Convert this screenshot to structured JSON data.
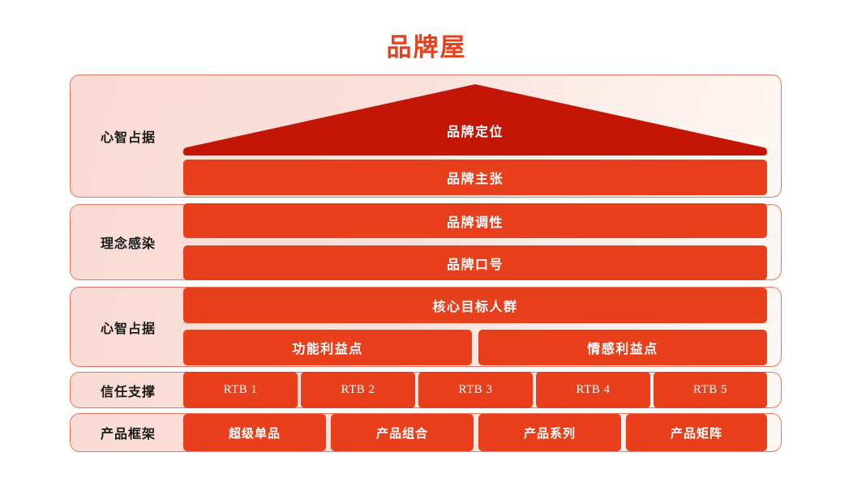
{
  "title": "品牌屋",
  "colors": {
    "brand_red": "#E8401C",
    "roof_dark_red": "#C41606",
    "panel_bg": "#FADDD7",
    "panel_border": "#E8755C",
    "label_text": "#1A1A1A",
    "bar_text": "#FFFFFF"
  },
  "sections": [
    {
      "label": "心智占据",
      "rows": [
        {
          "type": "roof",
          "cells": [
            {
              "text": "品牌定位"
            }
          ]
        },
        {
          "type": "bar",
          "cells": [
            {
              "text": "品牌主张"
            }
          ]
        }
      ]
    },
    {
      "label": "理念感染",
      "rows": [
        {
          "type": "bar",
          "cells": [
            {
              "text": "品牌调性"
            }
          ]
        },
        {
          "type": "bar",
          "cells": [
            {
              "text": "品牌口号"
            }
          ]
        }
      ]
    },
    {
      "label": "心智占据",
      "rows": [
        {
          "type": "bar",
          "cells": [
            {
              "text": "核心目标人群"
            }
          ]
        },
        {
          "type": "bar",
          "cells": [
            {
              "text": "功能利益点"
            },
            {
              "text": "情感利益点"
            }
          ]
        }
      ]
    },
    {
      "label": "信任支撑",
      "rows": [
        {
          "type": "bar",
          "cells": [
            {
              "text": "RTB 1"
            },
            {
              "text": "RTB 2"
            },
            {
              "text": "RTB 3"
            },
            {
              "text": "RTB 4"
            },
            {
              "text": "RTB 5"
            }
          ]
        }
      ]
    },
    {
      "label": "产品框架",
      "rows": [
        {
          "type": "bar",
          "cells": [
            {
              "text": "超级单品"
            },
            {
              "text": "产品组合"
            },
            {
              "text": "产品系列"
            },
            {
              "text": "产品矩阵"
            }
          ]
        }
      ]
    }
  ]
}
